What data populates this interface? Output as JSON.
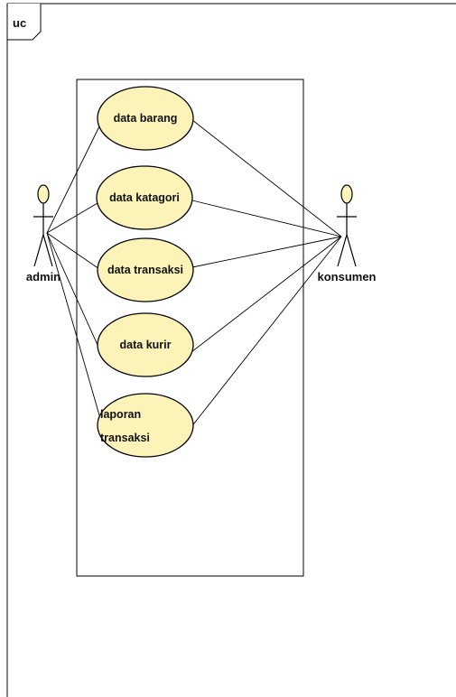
{
  "frame": {
    "tag": "uc"
  },
  "actors": [
    {
      "id": "admin",
      "name": "admin"
    },
    {
      "id": "konsumen",
      "name": "konsumen"
    }
  ],
  "use_cases": [
    {
      "id": "uc1",
      "lines": [
        "data barang"
      ]
    },
    {
      "id": "uc2",
      "lines": [
        "data katagori"
      ]
    },
    {
      "id": "uc3",
      "lines": [
        "data transaksi"
      ]
    },
    {
      "id": "uc4",
      "lines": [
        "data kurir"
      ]
    },
    {
      "id": "uc5",
      "lines": [
        "laporan",
        "transaksi"
      ]
    }
  ],
  "associations": [
    {
      "actor": "admin",
      "use_case": "uc1"
    },
    {
      "actor": "admin",
      "use_case": "uc2"
    },
    {
      "actor": "admin",
      "use_case": "uc3"
    },
    {
      "actor": "admin",
      "use_case": "uc4"
    },
    {
      "actor": "admin",
      "use_case": "uc5"
    },
    {
      "actor": "konsumen",
      "use_case": "uc1"
    },
    {
      "actor": "konsumen",
      "use_case": "uc2"
    },
    {
      "actor": "konsumen",
      "use_case": "uc3"
    },
    {
      "actor": "konsumen",
      "use_case": "uc4"
    },
    {
      "actor": "konsumen",
      "use_case": "uc5"
    }
  ],
  "colors": {
    "use_case_fill": "#fbf3b7",
    "line": "#000000"
  }
}
